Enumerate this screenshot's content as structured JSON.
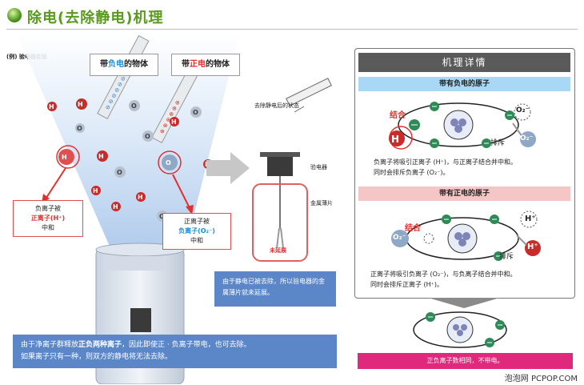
{
  "title": "除电(去除静电)机理",
  "experiment_label": "(例) 验电器实验",
  "objects": {
    "negative_prefix": "带",
    "negative_word": "负电",
    "negative_suffix": "的物体",
    "positive_prefix": "带",
    "positive_word": "正电",
    "positive_suffix": "的物体"
  },
  "callout_negative": {
    "line1": "负离子被",
    "line2": "正离子(H⁺)",
    "line3": "中和"
  },
  "callout_positive": {
    "line1": "正离子被",
    "line2": "负离子(O₂⁻)",
    "line3": "中和"
  },
  "electroscope": {
    "state_label": "去除静电后的状态",
    "device_label": "验电器",
    "foil_label": "金属薄片",
    "not_spread": "未延展",
    "note": "由于静电已被去除，所以验电器的金属薄片就未延展。"
  },
  "bottom_note": {
    "prefix": "由于净离子群释放",
    "bold": "正负两种离子",
    "suffix": "，因此即使正 · 负离子带电，也可去除。",
    "line2": "如果离子只有一种，则双方的静电将无法去除。"
  },
  "panel": {
    "header": "机理详情",
    "neg_section": "带有负电的原子",
    "neg_combine": "结合",
    "neg_repel": "排斥",
    "neg_desc1": "负离子将吸引正离子 (H⁺)，与正离子结合并中和。",
    "neg_desc2": "同时会排斥负离子 (O₂⁻)。",
    "pos_section": "带有正电的原子",
    "pos_combine": "结合",
    "pos_repel": "排斥",
    "pos_desc1": "正离子将吸引负离子 (O₂⁻)，与负离子结合并中和。",
    "pos_desc2": "同时会排斥正离子 (H⁺)。"
  },
  "ions": {
    "h_plus": "H⁺",
    "o2_minus": "O₂⁻",
    "h": "H",
    "o": "O"
  },
  "result": "正负离子数相同，不带电。",
  "footer": "泡泡网 PCPOP.COM",
  "colors": {
    "accent_green": "#5a9a1e",
    "negative_blue": "#1a8fd8",
    "positive_red": "#e03030",
    "result_pink": "#e0287c",
    "note_blue": "#5b86c8"
  }
}
